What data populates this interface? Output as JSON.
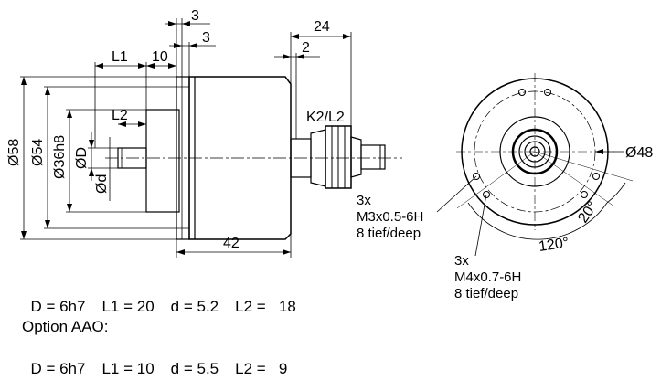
{
  "side_view": {
    "dims": {
      "top_3a": "3",
      "top_3b": "3",
      "top_24": "24",
      "top_2": "2",
      "l1": "L1",
      "ten": "10",
      "l2": "L2",
      "k2l2": "K2/L2",
      "d58": "Ø58",
      "d54": "Ø54",
      "d36h8": "Ø36h8",
      "dD": "ØD",
      "dd": "Ød",
      "len42": "42"
    }
  },
  "front_view": {
    "dim_48": "Ø48",
    "angle_120": "120°",
    "angle_20": "20°",
    "thread_m3": [
      "3x",
      "M3x0.5-6H",
      "8 tief/deep"
    ],
    "thread_m4": [
      "3x",
      "M4x0.7-6H",
      "8 tief/deep"
    ]
  },
  "specs": {
    "standard": {
      "D": "D = 6h7",
      "L1": "L1 = 20",
      "d": "d = 5.2",
      "L2": "L2 =   18"
    },
    "option_title": "Option AAO:",
    "option": {
      "D": "D = 6h7",
      "L1": "L1 = 10",
      "d": "d = 5.5",
      "L2": "L2 =   9"
    }
  }
}
